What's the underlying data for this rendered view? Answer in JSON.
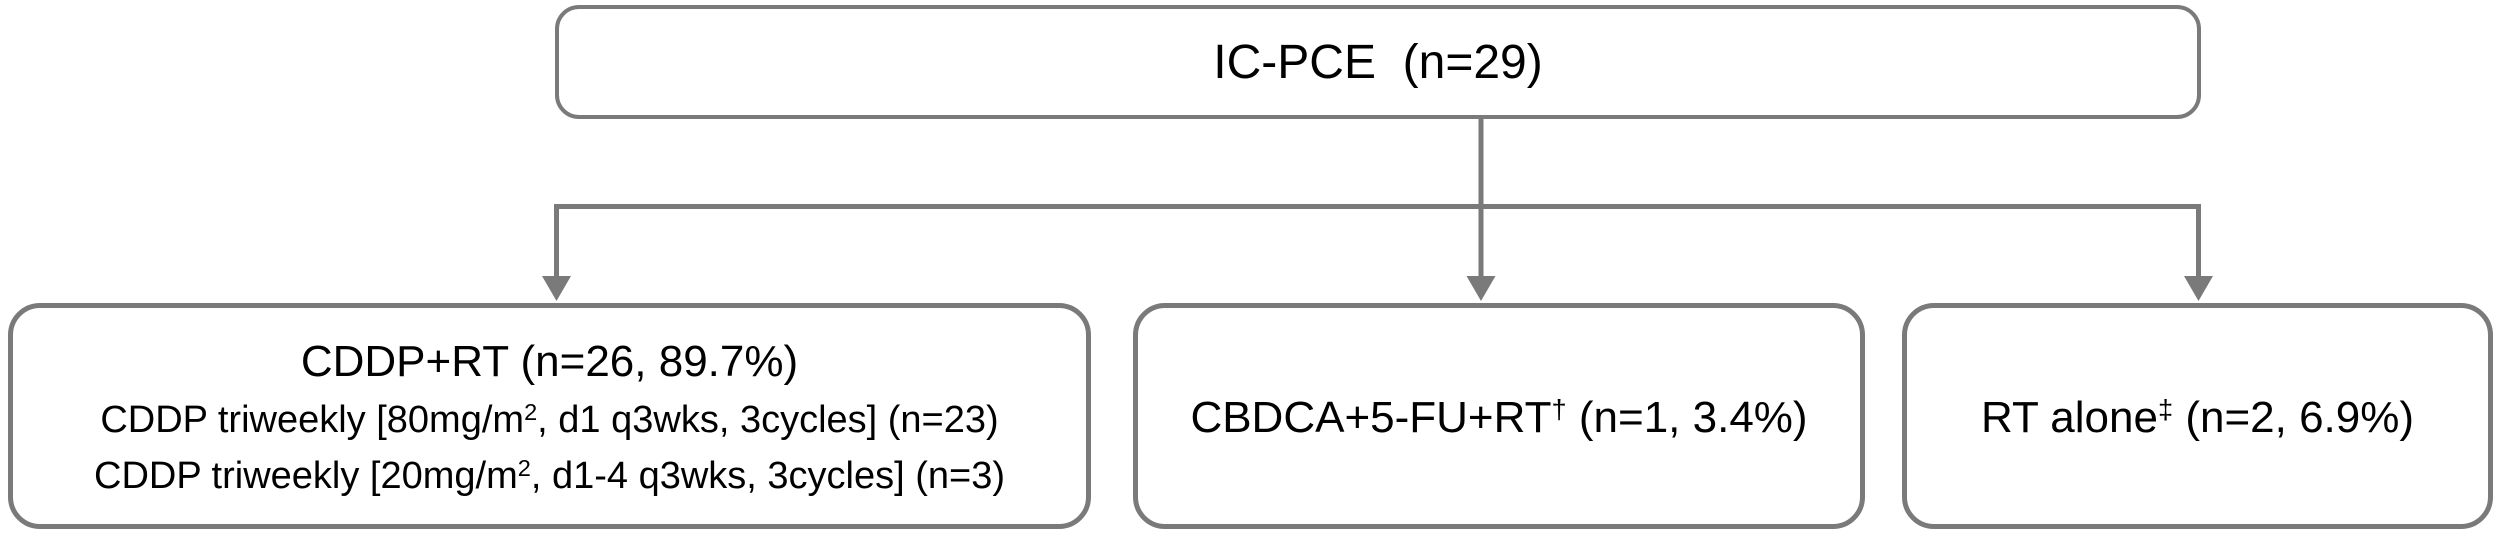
{
  "colors": {
    "connector": "#7a7a7a",
    "box_border": "#7a7a7a",
    "background": "#ffffff",
    "text": "#000000"
  },
  "root_box": {
    "label": "IC-PCE  (n=29)"
  },
  "branch_boxes": [
    {
      "id": "cddp-rt",
      "lines": [
        {
          "pre": "CDDP+RT (n=26, 89.7%)",
          "sup": "",
          "post": ""
        },
        {
          "pre": "CDDP triweekly [80mg/m",
          "sup": "2",
          "post": ", d1 q3wks, 3cycles] (n=23)"
        },
        {
          "pre": "CDDP triweekly [20mg/m",
          "sup": "2",
          "post": ", d1-4 q3wks, 3cycles] (n=3)"
        }
      ]
    },
    {
      "id": "cbdca-5fu-rt",
      "lines": [
        {
          "pre": "CBDCA+5-FU+RT",
          "sup": "†",
          "post": " (n=1, 3.4%)"
        }
      ]
    },
    {
      "id": "rt-alone",
      "lines": [
        {
          "pre": "RT alone",
          "sup": "‡",
          "post": " (n=2, 6.9%)"
        }
      ]
    }
  ]
}
